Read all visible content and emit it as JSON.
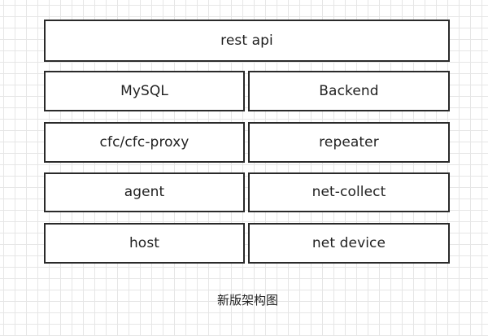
{
  "diagram": {
    "layers": [
      {
        "id": "rest",
        "label": "rest api"
      },
      {
        "id": "mysql",
        "label": "MySQL"
      },
      {
        "id": "backend",
        "label": "Backend"
      },
      {
        "id": "cfc",
        "label": "cfc/cfc-proxy"
      },
      {
        "id": "repeater",
        "label": "repeater"
      },
      {
        "id": "agent",
        "label": "agent"
      },
      {
        "id": "net_collect",
        "label": "net-collect"
      },
      {
        "id": "host",
        "label": "host"
      },
      {
        "id": "net_device",
        "label": "net device"
      }
    ],
    "caption": "新版架构图"
  },
  "colors": {
    "background": "#ffffff",
    "grid": "#e6e6e6",
    "border": "#2a2a2a",
    "text": "#222222"
  }
}
